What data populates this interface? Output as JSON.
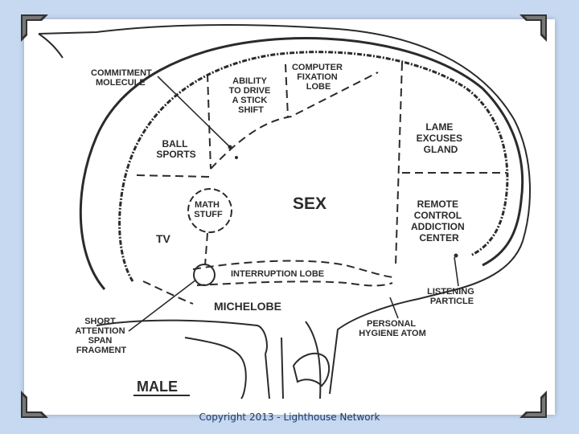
{
  "labels": {
    "commitment": [
      "COMMITMENT",
      "MOLECULE"
    ],
    "computer": [
      "COMPUTER",
      "FIXATION",
      "LOBE"
    ],
    "ability": [
      "ABILITY",
      "TO DRIVE",
      "A STICK",
      "SHIFT"
    ],
    "ball": [
      "BALL",
      "SPORTS"
    ],
    "lame": [
      "LAME",
      "EXCUSES",
      "GLAND"
    ],
    "math": [
      "MATH",
      "STUFF"
    ],
    "sex": "SEX",
    "remote": [
      "REMOTE",
      "CONTROL",
      "ADDICTION",
      "CENTER"
    ],
    "tv": "TV",
    "interruption": "INTERRUPTION LOBE",
    "michelobe": "MICHELOBE",
    "listening": [
      "LISTENING",
      "PARTICLE"
    ],
    "short": [
      "SHORT",
      "ATTENTION",
      "SPAN",
      "FRAGMENT"
    ],
    "personal": [
      "PERSONAL",
      "HYGIENE ATOM"
    ],
    "male": "MALE"
  },
  "footer": {
    "copyright": "Copyright 2013 - Lighthouse Network"
  },
  "colors": {
    "background": "#c6d9f1",
    "card": "#ffffff",
    "ink": "#2b2b2b",
    "footer_text": "#1f3b6b"
  }
}
